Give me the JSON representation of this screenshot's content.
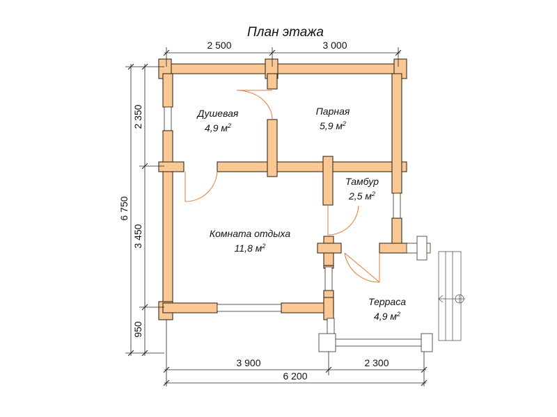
{
  "title": "План этажа",
  "rooms": [
    {
      "name": "Душевая",
      "area": "4,9 м",
      "sup": "2"
    },
    {
      "name": "Парная",
      "area": "5,9 м",
      "sup": "2"
    },
    {
      "name": "Тамбур",
      "area": "2,5 м",
      "sup": "2"
    },
    {
      "name": "Комната отдыха",
      "area": "11,8 м",
      "sup": "2"
    },
    {
      "name": "Терраса",
      "area": "4,9 м",
      "sup": "2"
    }
  ],
  "dimensions": {
    "top": [
      "2 500",
      "3 000"
    ],
    "bottom_parts": [
      "3 900",
      "2 300"
    ],
    "bottom_total": "6 200",
    "left_parts": [
      "2 350",
      "3 450",
      "950"
    ],
    "left_total": "6 750"
  },
  "colors": {
    "wall": "#f9c894",
    "door": "#e07a3a",
    "outline": "#3a2a1c"
  }
}
